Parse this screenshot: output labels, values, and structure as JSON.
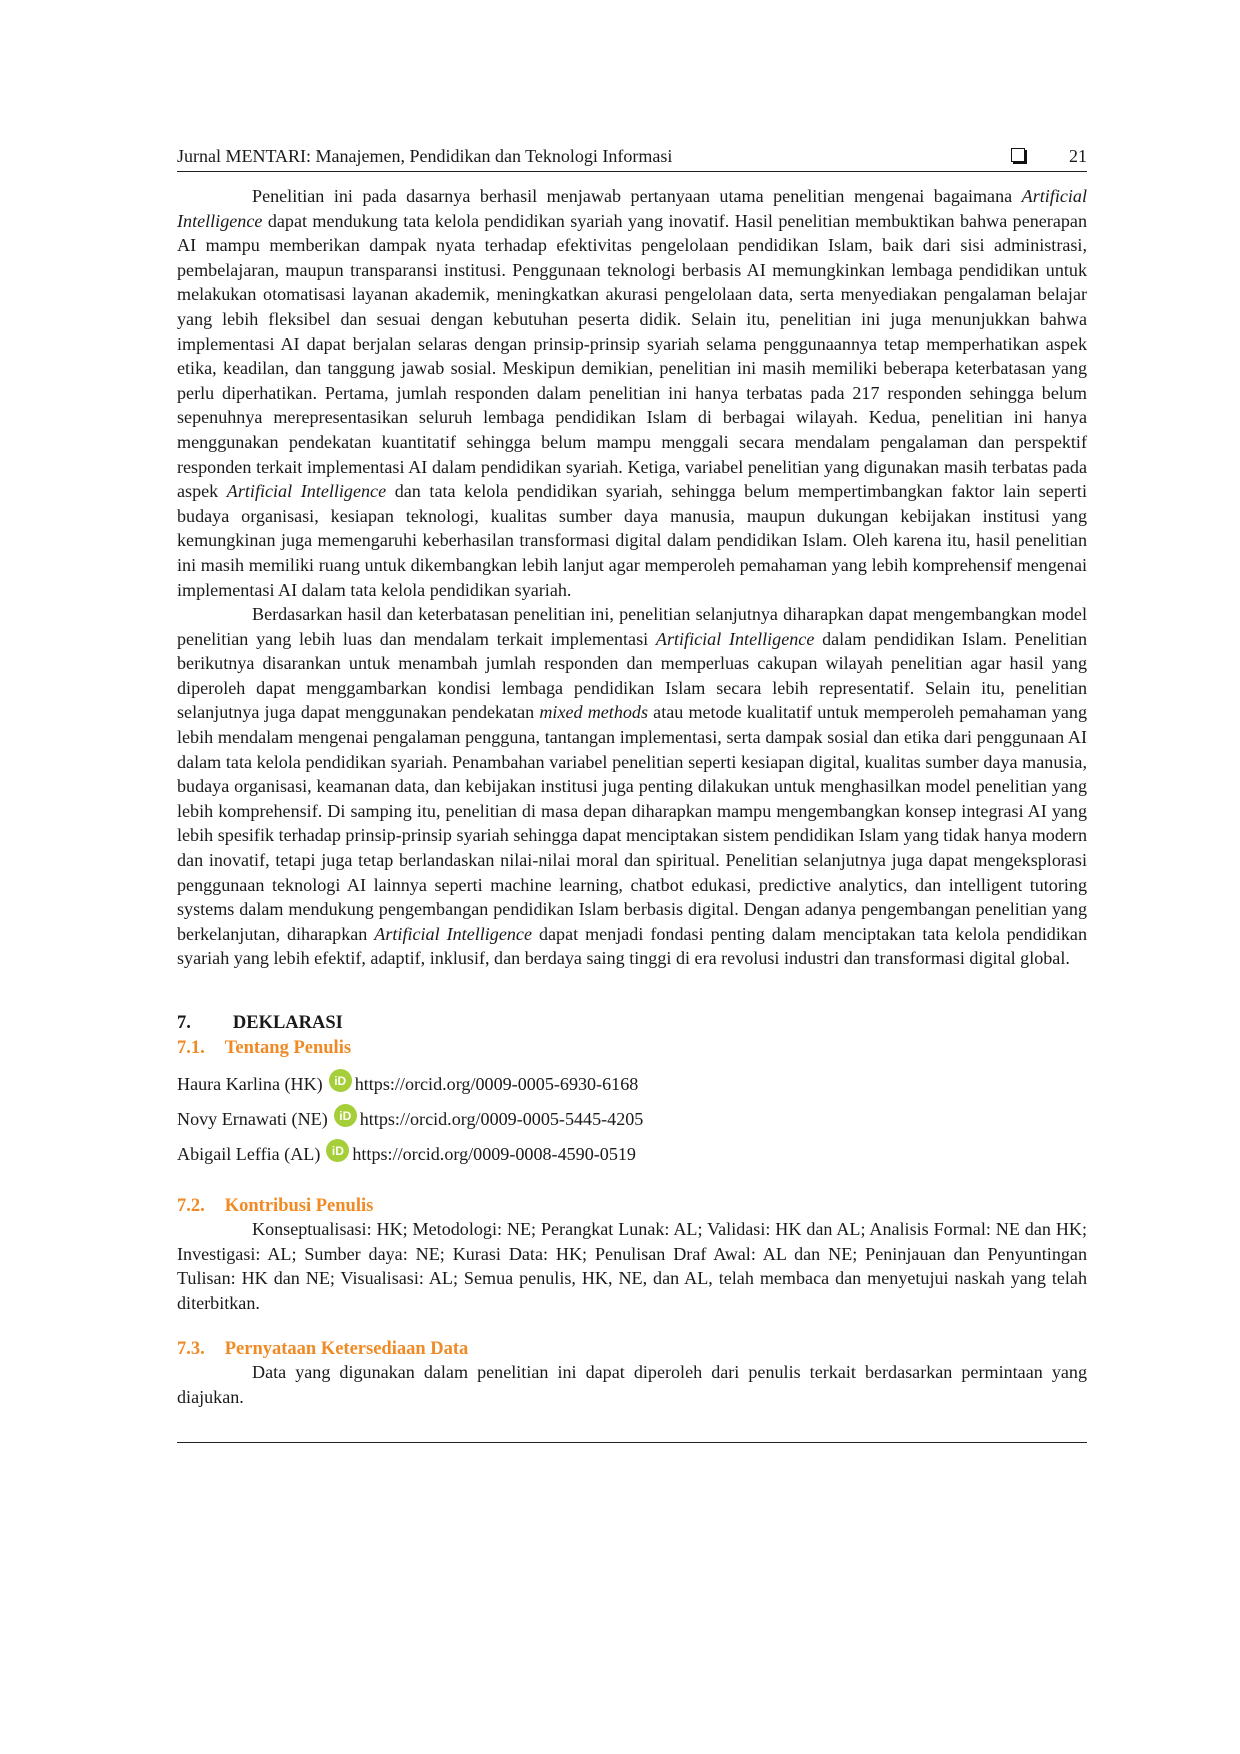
{
  "header": {
    "journal_title": "Jurnal MENTARI: Manajemen, Pendidikan dan Teknologi Informasi",
    "page_number": "21",
    "icon": "square-icon"
  },
  "body": {
    "paragraph1": [
      {
        "text": "Penelitian ini pada dasarnya berhasil menjawab pertanyaan utama penelitian mengenai bagaimana ",
        "italic": false
      },
      {
        "text": "Artificial Intelligence",
        "italic": true
      },
      {
        "text": " dapat mendukung tata kelola pendidikan syariah yang inovatif.  Hasil penelitian membuktikan bahwa penerapan AI mampu memberikan dampak nyata terhadap efektivitas pengelolaan pendidikan Islam, baik dari sisi administrasi, pembelajaran, maupun transparansi institusi.  Penggunaan teknologi berbasis AI memungkinkan lembaga pendidikan untuk melakukan otomatisasi layanan akademik, meningkatkan akurasi pengelolaan data, serta menyediakan pengalaman belajar yang lebih fleksibel dan sesuai dengan kebutuhan peserta didik. Selain itu, penelitian ini juga menunjukkan bahwa implementasi AI dapat berjalan selaras dengan prinsip-prinsip syariah selama penggunaannya tetap memperhatikan aspek etika, keadilan, dan tanggung jawab sosial. Meskipun demikian, penelitian ini masih memiliki beberapa keterbatasan yang perlu diperhatikan.  Pertama, jumlah responden dalam penelitian ini hanya terbatas pada 217 responden sehingga belum sepenuhnya merepresentasikan seluruh lembaga pendidikan Islam di berbagai wilayah.  Kedua, penelitian ini hanya menggunakan pendekatan kuantitatif sehingga belum mampu menggali secara mendalam pengalaman dan perspektif responden terkait implementasi AI dalam pendidikan syariah.  Ketiga, variabel penelitian yang digunakan masih terbatas pada aspek ",
        "italic": false
      },
      {
        "text": "Artificial Intelligence",
        "italic": true
      },
      {
        "text": " dan tata kelola pendidikan syariah, sehingga belum mempertimbangkan faktor lain seperti budaya organisasi, kesiapan teknologi, kualitas sumber daya manusia, maupun dukungan kebijakan institusi yang kemungkinan juga memengaruhi keberhasilan transformasi digital dalam pendidikan Islam. Oleh karena itu, hasil penelitian ini masih memiliki ruang untuk dikembangkan lebih lanjut agar memperoleh pemahaman yang lebih komprehensif mengenai implementasi AI dalam tata kelola pendidikan syariah.",
        "italic": false
      }
    ],
    "paragraph2": [
      {
        "text": "Berdasarkan hasil dan keterbatasan penelitian ini, penelitian selanjutnya diharapkan dapat mengembangkan model penelitian yang lebih luas dan mendalam terkait implementasi ",
        "italic": false
      },
      {
        "text": "Artificial Intelligence",
        "italic": true
      },
      {
        "text": " dalam pendidikan Islam. Penelitian berikutnya disarankan untuk menambah jumlah responden dan memperluas cakupan wilayah penelitian agar hasil yang diperoleh dapat menggambarkan kondisi lembaga pendidikan Islam secara lebih representatif. Selain itu, penelitian selanjutnya juga dapat menggunakan pendekatan ",
        "italic": false
      },
      {
        "text": "mixed methods",
        "italic": true
      },
      {
        "text": " atau metode kualitatif untuk memperoleh pemahaman yang lebih mendalam mengenai pengalaman pengguna, tantangan implementasi, serta dampak sosial dan etika dari penggunaan AI dalam tata kelola pendidikan syariah. Penambahan variabel penelitian seperti kesiapan digital, kualitas sumber daya manusia, budaya organisasi, keamanan data, dan kebijakan institusi juga penting dilakukan untuk menghasilkan model penelitian yang lebih komprehensif. Di samping itu, penelitian di masa depan diharapkan mampu mengembangkan konsep integrasi AI yang lebih spesifik terhadap prinsip-prinsip syariah sehingga dapat menciptakan sistem pendidikan Islam yang tidak hanya modern dan inovatif, tetapi juga tetap berlandaskan nilai-nilai moral dan spiritual.  Penelitian selanjutnya juga dapat mengeksplorasi penggunaan teknologi AI lainnya seperti machine learning, chatbot edukasi, predictive analytics, dan intelligent tutoring systems dalam mendukung pengembangan pendidikan Islam berbasis digital. Dengan adanya pengembangan penelitian yang berkelanjutan, diharapkan ",
        "italic": false
      },
      {
        "text": "Artificial Intelligence",
        "italic": true
      },
      {
        "text": " dapat menjadi fondasi penting dalam menciptakan tata kelola pendidikan syariah yang lebih efektif, adaptif, inklusif, dan berdaya saing tinggi di era revolusi industri dan transformasi digital global.",
        "italic": false
      }
    ]
  },
  "declaration": {
    "number": "7.",
    "title": "DEKLARASI",
    "authors_section": {
      "number": "7.1.",
      "title": "Tentang Penulis",
      "authors": [
        {
          "name": "Haura Karlina (HK)",
          "orcid": "https://orcid.org/0009-0005-6930-6168"
        },
        {
          "name": "Novy Ernawati (NE)",
          "orcid": "https://orcid.org/0009-0005-5445-4205"
        },
        {
          "name": "Abigail Leffia (AL)",
          "orcid": "https://orcid.org/0009-0008-4590-0519"
        }
      ],
      "orcid_icon_label": "iD",
      "orcid_icon_color": "#a6ce39"
    },
    "contributions": {
      "number": "7.2.",
      "title": "Kontribusi Penulis",
      "text": "Konseptualisasi:  HK; Metodologi:  NE; Perangkat Lunak:  AL; Validasi:  HK dan AL; Analisis Formal:  NE dan HK; Investigasi:  AL; Sumber daya:  NE; Kurasi Data:  HK; Penulisan Draf Awal:  AL dan NE; Peninjauan dan Penyuntingan Tulisan:  HK dan NE; Visualisasi:  AL; Semua penulis, HK, NE, dan AL, telah membaca dan menyetujui naskah yang telah diterbitkan."
    },
    "data_availability": {
      "number": "7.3.",
      "title": "Pernyataan Ketersediaan Data",
      "text": "Data yang digunakan dalam penelitian ini dapat diperoleh dari penulis terkait berdasarkan permintaan yang diajukan."
    }
  },
  "colors": {
    "subsection_heading": "#f08a24",
    "orcid_green": "#a6ce39"
  }
}
